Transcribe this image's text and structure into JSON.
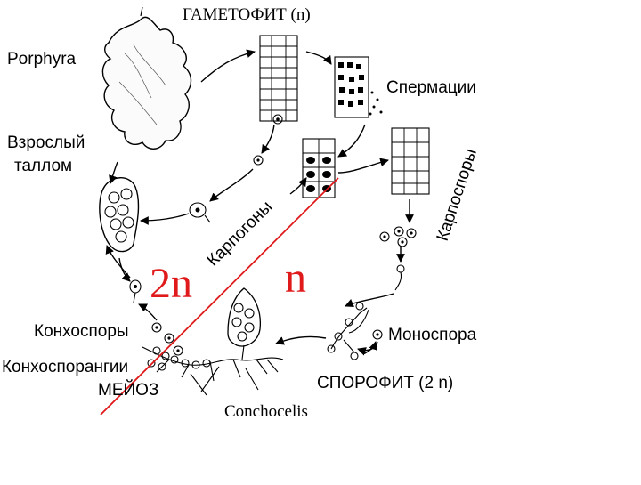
{
  "labels": {
    "gametophyte": "ГАМЕТОФИТ (n)",
    "porphyra": "Porphyra",
    "adult_thallus_line1": "Взрослый",
    "adult_thallus_line2": "таллом",
    "spermatia": "Спермации",
    "carpogons": "Карпогоны",
    "carpospores": "Карпоспоры",
    "ploidy_2n": "2n",
    "ploidy_n": "n",
    "conchospores": "Конхоспоры",
    "conchosporangia": "Конхоспорангии",
    "meiosis": "МЕЙОЗ",
    "monospore": "Моноспора",
    "sporophyte": "СПОРОФИТ (2 n)",
    "conchocelis": "Conchocelis"
  },
  "colors": {
    "divider": "#e01a1a",
    "ploidy_text": "#e01a1a",
    "ink": "#000000"
  }
}
